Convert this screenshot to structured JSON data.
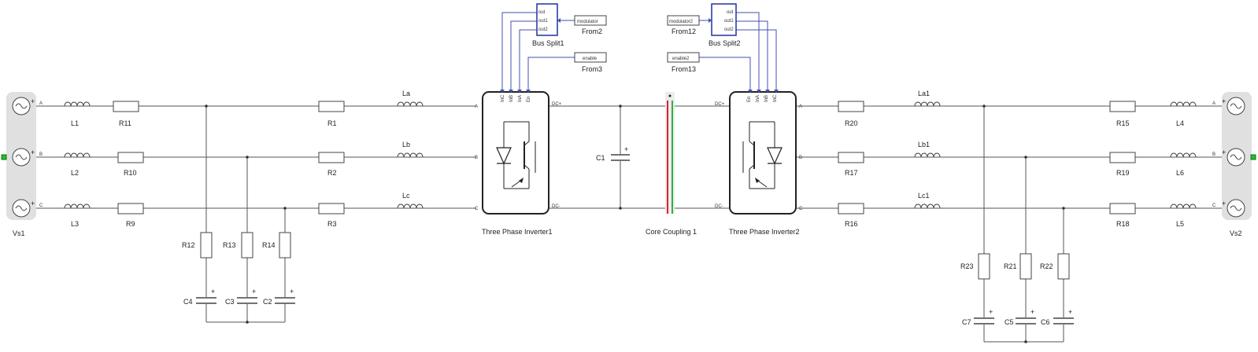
{
  "labels": {
    "sources": [
      "Vs1",
      "Vs2"
    ],
    "inductors_left": [
      "L1",
      "L2",
      "L3"
    ],
    "resistors_left": [
      "R11",
      "R10",
      "R9"
    ],
    "resistors_mid_left": [
      "R1",
      "R2",
      "R3"
    ],
    "inductors_mid_left": [
      "La",
      "Lb",
      "Lc"
    ],
    "filter_left_res": [
      "R12",
      "R13",
      "R14"
    ],
    "filter_left_cap": [
      "C4",
      "C3",
      "C2"
    ],
    "dc_cap": "C1",
    "resistors_mid_right": [
      "R20",
      "R17",
      "R16"
    ],
    "inductors_mid_right": [
      "La1",
      "Lb1",
      "Lc1"
    ],
    "resistors_right": [
      "R15",
      "R19",
      "R18"
    ],
    "inductors_right": [
      "L4",
      "L6",
      "L5"
    ],
    "filter_right_res": [
      "R23",
      "R21",
      "R22"
    ],
    "filter_right_cap": [
      "C7",
      "C5",
      "C6"
    ],
    "inverter1": "Three Phase Inverter1",
    "inverter2": "Three Phase Inverter2",
    "coupling": "Core Coupling 1",
    "bus_split1": "Bus Split1",
    "bus_split2": "Bus Split2",
    "from2": "From2",
    "from3": "From3",
    "from12": "From12",
    "from13": "From13",
    "from2_tag": "modulator",
    "from3_tag": "enable",
    "from12_tag": "modulator2",
    "from13_tag": "enable2",
    "bus_ports": [
      "out",
      "out1",
      "out2"
    ],
    "inv1_ports": [
      "A",
      "B",
      "C"
    ],
    "inv_dc_plus": "DC+",
    "inv_dc_minus": "DC-",
    "inv_gate_ports1": [
      "InC",
      "InB",
      "InA",
      "En"
    ],
    "inv_gate_ports2": [
      "En",
      "InA",
      "InB",
      "InC"
    ],
    "src_ports": [
      "A",
      "B",
      "C"
    ],
    "plus": "+"
  }
}
